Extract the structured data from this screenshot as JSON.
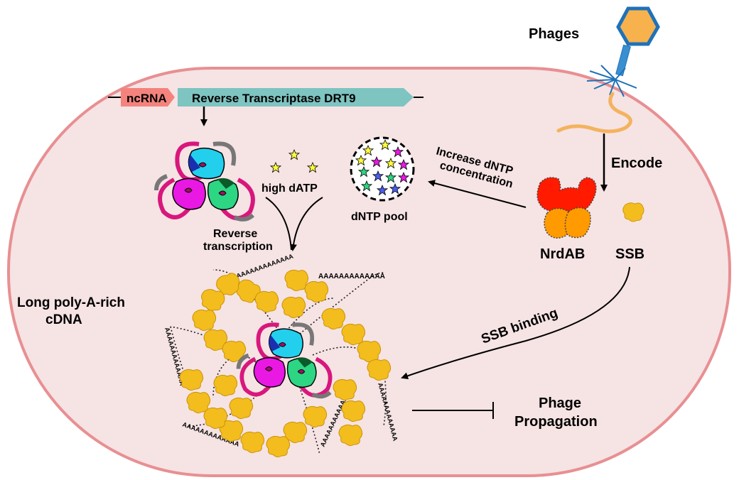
{
  "labels": {
    "phages": "Phages",
    "ncrna": "ncRNA",
    "rt_gene": "Reverse Transcriptase DRT9",
    "high_datp": "high dATP",
    "dntp_pool": "dNTP pool",
    "increase_line1": "Increase dNTP",
    "increase_line2": "concentration",
    "encode": "Encode",
    "nrdab": "NrdAB",
    "ssb": "SSB",
    "rt_line1": "Reverse",
    "rt_line2": "transcription",
    "cdna_line1": "Long poly-A-rich",
    "cdna_line2": "cDNA",
    "ssb_binding": "SSB binding",
    "phage_line1": "Phage",
    "phage_line2": "Propagation",
    "poly_a": "AAAAAAAAAAAAA"
  },
  "colors": {
    "cell_fill": "#f6e3e4",
    "cell_border": "#e88f92",
    "ncrna": "#f4837d",
    "rt_gene": "#7ec4c1",
    "capsid": "#f7b24e",
    "capsid_border": "#1f72b8",
    "tail": "#1f72b8",
    "fiber": "#f3b35e",
    "cyan": "#22d0ee",
    "magenta": "#ea18e3",
    "green": "#2cd683",
    "ring": "#d8177c",
    "ssb": "#f4bd1e",
    "nrda": "#ff1a00",
    "nrdb": "#ff9a00",
    "star_yellow": "#ffff3c"
  }
}
